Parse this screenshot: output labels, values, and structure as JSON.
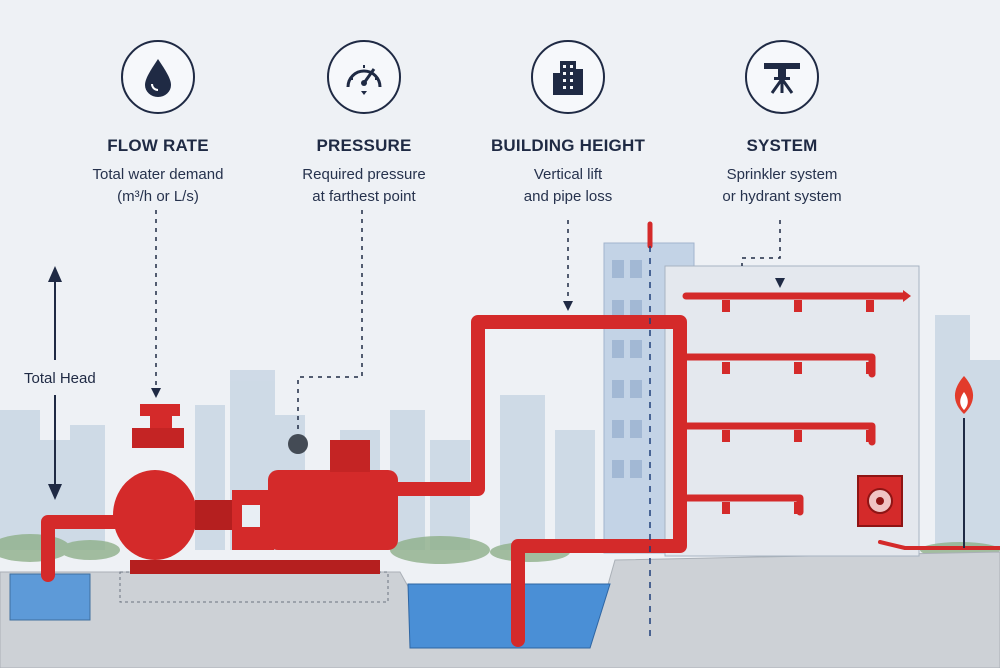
{
  "features": [
    {
      "icon": "water-drop-icon",
      "title": "FLOW RATE",
      "lines": [
        "Total water demand",
        "(m³/h or L/s)"
      ]
    },
    {
      "icon": "pressure-gauge-icon",
      "title": "PRESSURE",
      "lines": [
        "Required pressure",
        "at farthest point"
      ]
    },
    {
      "icon": "building-icon",
      "title": "BUILDING HEIGHT",
      "lines": [
        "Vertical lift",
        "and pipe loss"
      ]
    },
    {
      "icon": "sprinkler-head-icon",
      "title": "SYSTEM",
      "lines": [
        "Sprinkler system",
        "or hydrant system"
      ]
    }
  ],
  "total_head_label": "Total Head",
  "colors": {
    "pipe": "#d42a2a",
    "pipe_dark": "#9e1717",
    "ink": "#1f2a44",
    "water": "#4a8fd6",
    "ground": "#c9cdd2"
  }
}
